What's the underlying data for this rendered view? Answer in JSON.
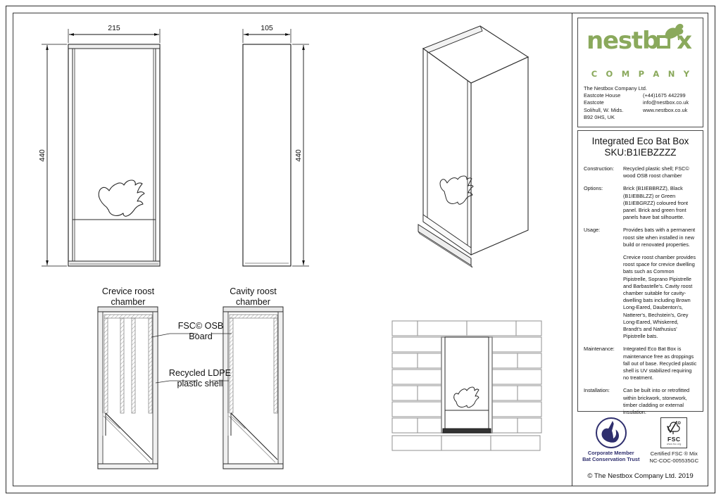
{
  "document": {
    "type": "technical-drawing",
    "copyright": "© The Nestbox Company Ltd. 2019"
  },
  "logo": {
    "wordmark": "nestb",
    "wordmark_tail": "x",
    "company": "C O M P A N Y",
    "color": "#8aa95c",
    "bird_icon": "bird-icon",
    "box_icon": "square-icon"
  },
  "contact": {
    "name": "The Nestbox Company  Ltd.",
    "address_lines": [
      "Eastcote House",
      "Eastcote",
      "Solihull, W. Mids.",
      "B92 0HS, UK"
    ],
    "phone": "(+44)1675 442299",
    "email": "info@nestbox.co.uk",
    "website": "www.nestbox.co.uk"
  },
  "spec": {
    "title": "Integrated Eco Bat Box",
    "sku": "SKU:B1IEBZZZZ",
    "rows": [
      {
        "label": "Construction:",
        "value": "Recycled plastic shell; FSC© wood OSB roost chamber"
      },
      {
        "label": "Options:",
        "value": "Brick (B1IEBBRZZ), Black (B1IEBBLZZ) or Green (B1IEBGRZZ) coloured front panel. Brick and green front panels have bat silhouette."
      },
      {
        "label": "Usage:",
        "value": "Provides bats with a permanent roost site when installed in new build or renovated properties."
      },
      {
        "label": "",
        "value": "Crevice roost chamber provides roost space for crevice dwelling bats such as Common Pipistrelle, Soprano Pipistrelle and Barbastelle's. Cavity roost chamber suitable for cavity-dwelling bats including Brown Long-Eared, Daubenton's, Natterer's, Bechstein's, Grey Long-Eared, Whiskered, Brandt's and Nathusius' Pipistrelle bats."
      },
      {
        "label": "Maintenance:",
        "value": "Integrated Eco Bat Box is maintenance free as droppings fall out of base. Recycled plastic shell is UV stabilized requiring no treatment."
      },
      {
        "label": "Installation:",
        "value": "Can be built into or retrofitted within brickwork, stonework, timber cladding or external insulation."
      }
    ]
  },
  "certifications": {
    "bct": {
      "icon": "bat-conservation-trust-logo",
      "line1": "Corporate Member",
      "line2": "Bat Conservation Trust",
      "color": "#2f2f6e"
    },
    "fsc": {
      "icon": "fsc-tree-checkmark-icon",
      "mark": "FSC",
      "mark_url": "www.fsc.org",
      "line1": "Certified FSC ® Mix",
      "line2": "NC-COC-005535GC"
    }
  },
  "drawing": {
    "dimensions": {
      "front_width": "215",
      "side_width": "105",
      "front_height": "440",
      "side_height": "440"
    },
    "views": {
      "front_elevation": "front-elevation-view",
      "side_elevation": "side-elevation-view",
      "isometric": "isometric-3d-view",
      "brick_wall": "brickwork-installation-view",
      "crevice_section": "crevice-roost-section-view",
      "cavity_section": "cavity-roost-section-view"
    },
    "labels": {
      "crevice": "Crevice roost chamber",
      "crevice_l1": "Crevice roost",
      "crevice_l2": "chamber",
      "cavity": "Cavity roost chamber",
      "cavity_l1": "Cavity roost",
      "cavity_l2": "chamber",
      "osb_l1": "FSC© OSB",
      "osb_l2": "Board",
      "ldpe_l1": "Recycled LDPE",
      "ldpe_l2": "plastic shell"
    },
    "silhouette": "bat-silhouette"
  }
}
